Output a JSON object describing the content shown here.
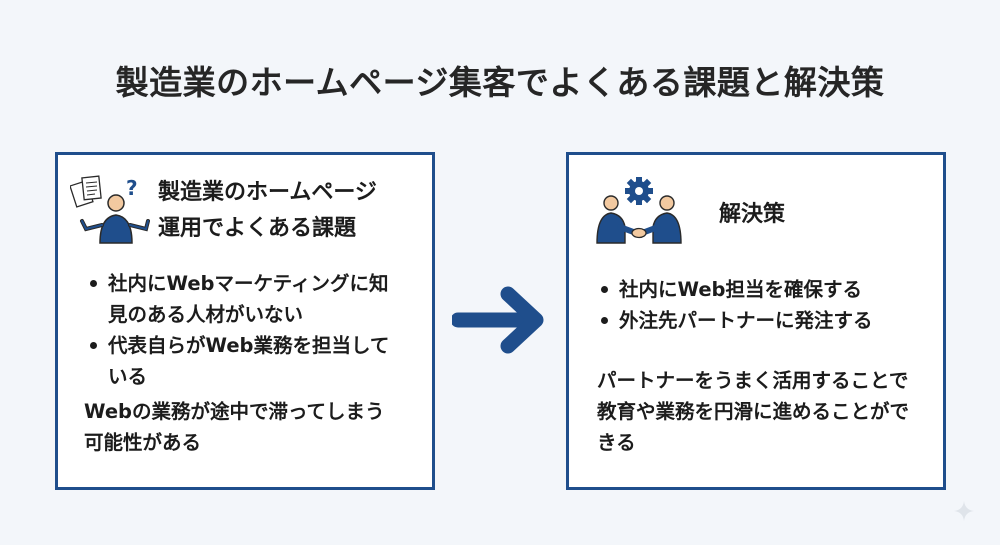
{
  "title": "製造業のホームページ集客でよくある課題と解決策",
  "colors": {
    "accent": "#1f4e8c",
    "background": "#f3f6fa",
    "panel": "#ffffff",
    "text": "#1c1c1c"
  },
  "left_panel": {
    "icon": "confused-person-icon",
    "heading": [
      "製造業のホームページ",
      "運用でよくある課題"
    ],
    "bullets": [
      "社内にWebマーケティングに知見のある人材がいない",
      "代表自らがWeb業務を担当している"
    ],
    "note": "Webの業務が途中で滞ってしまう可能性がある"
  },
  "arrow": {
    "icon": "right-arrow-icon"
  },
  "right_panel": {
    "icon": "handshake-gear-icon",
    "heading": "解決策",
    "bullets": [
      "社内にWeb担当を確保する",
      "外注先パートナーに発注する"
    ],
    "note": "パートナーをうまく活用することで教育や業務を円滑に進めることができる"
  }
}
